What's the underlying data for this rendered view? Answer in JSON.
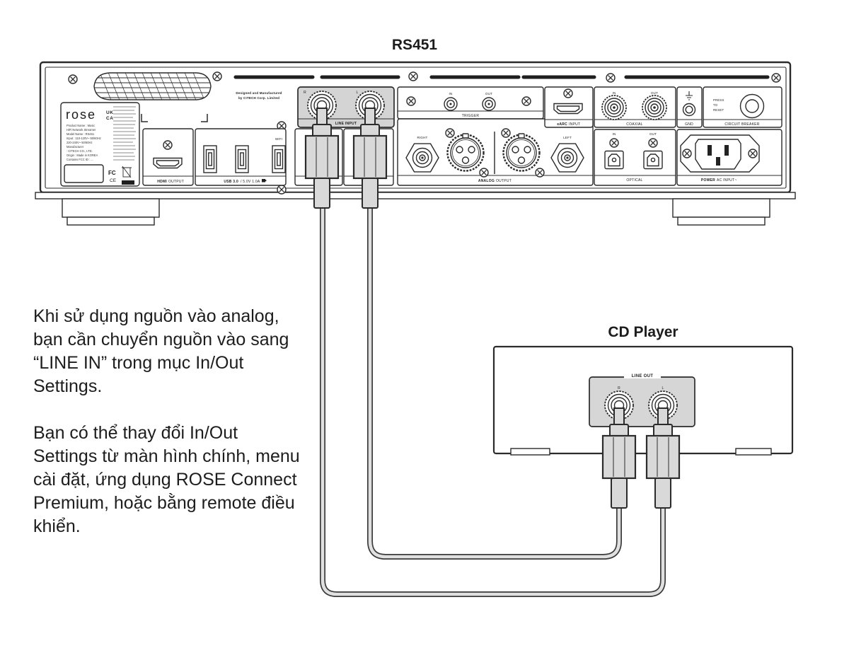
{
  "colors": {
    "accent_title": "#2e4a68",
    "line": "#2b2b2b",
    "panel_gray": "#d4d4d4",
    "plug_gray": "#d9d9d9"
  },
  "rs451": {
    "title": "RS451",
    "designed_line1": "Designed and Manufactured",
    "designed_line2": "by CITECH Corp. Limited",
    "sticker": {
      "logo": "rose",
      "ukca_top": "UK",
      "ukca_bottom": "CA",
      "fcc": "FC",
      "ce": "CE",
      "lines": [
        "Product Name : Music",
        "HiFi Network Streamer",
        "Model Name : RS451",
        "Input : 110-120V~ 50/60Hz",
        "220-240V~ 50/60Hz",
        "Manufacturer",
        ": CITECH CO., LTD.",
        "Origin : Made in KOREA",
        "Contains FCC ID : ..."
      ]
    },
    "sections": {
      "hdmi_primary": "HDMI",
      "hdmi_secondary": "OUTPUT",
      "usb_primary": "USB 3.0",
      "usb_secondary": "/ 5.0V 1.0A",
      "wifi": "WIFI",
      "line_input": "LINE INPUT",
      "jack_r": "R",
      "jack_l": "L",
      "trigger": "TRIGGER",
      "trigger_in": "IN",
      "trigger_out": "OUT",
      "earc_primary": "eARC",
      "earc_secondary": "INPUT",
      "analog_primary": "ANALOG",
      "analog_secondary": "OUTPUT",
      "right": "RIGHT",
      "left": "LEFT",
      "coaxial": "COAXIAL",
      "coax_in": "IN",
      "coax_out": "OUT",
      "gnd": "GND",
      "press_1": "PRESS",
      "press_2": "TO",
      "press_3": "RESET",
      "breaker": "CIRCUIT BREAKER",
      "optical": "OPTICAL",
      "optical_in": "IN",
      "optical_out": "OUT",
      "power_primary": "POWER",
      "power_secondary": "AC INPUT~"
    }
  },
  "cd_player": {
    "title": "CD Player",
    "line_out": "LINE OUT",
    "jack_r": "R",
    "jack_l": "L"
  },
  "note": {
    "para1": "Khi sử dụng nguồn vào analog,\nbạn cần chuyển nguồn vào sang\n“LINE IN” trong mục In/Out\nSettings.",
    "para2": "Bạn có thể thay đổi In/Out\nSettings từ màn hình chính, menu\ncài đặt, ứng dụng ROSE Connect\nPremium, hoặc bằng remote điều\nkhiển."
  }
}
